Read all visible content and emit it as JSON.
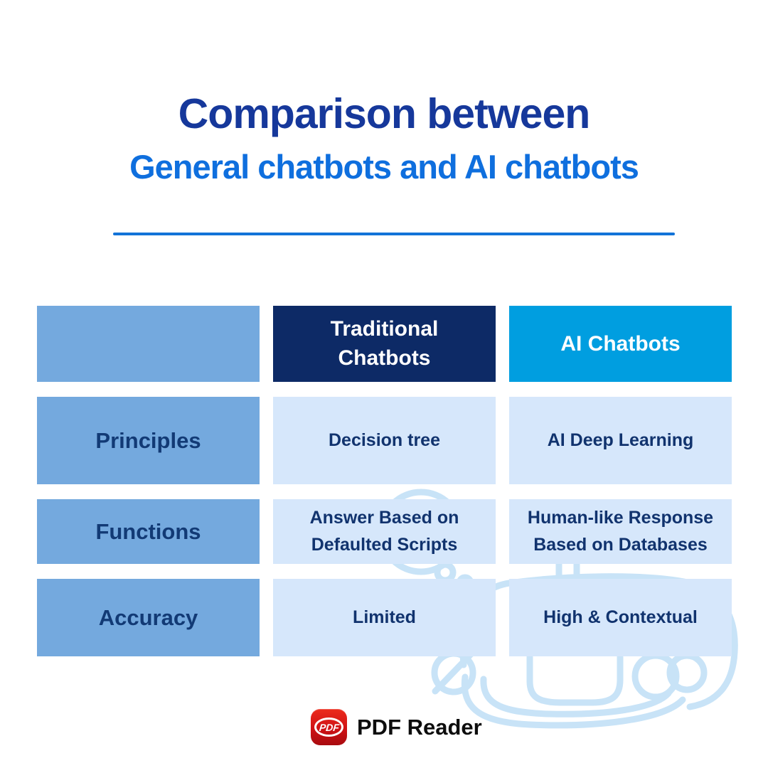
{
  "header": {
    "title": "Comparison between",
    "subtitle": "General chatbots and AI chatbots"
  },
  "table": {
    "columns": [
      "",
      "Traditional Chatbots",
      "AI Chatbots"
    ],
    "row_header_column": [
      "Principles",
      "Functions",
      "Accuracy"
    ],
    "rows": [
      {
        "label": "Principles",
        "traditional": "Decision tree",
        "ai": "AI Deep Learning"
      },
      {
        "label": "Functions",
        "traditional": "Answer Based on Defaulted Scripts",
        "ai": "Human-like Response Based on Databases"
      },
      {
        "label": "Accuracy",
        "traditional": "Limited",
        "ai": "High & Contextual"
      }
    ]
  },
  "footer": {
    "logo_text": "PDF",
    "brand": "PDF Reader"
  },
  "colors": {
    "title_navy": "#16389b",
    "subtitle_blue": "#0f6fde",
    "divider_blue": "#1273d8",
    "label_column_bg": "#74a9de",
    "traditional_header_bg": "#0d2a66",
    "ai_header_bg": "#009ee0",
    "data_cell_bg": "#d6e7fb",
    "cell_text_navy": "#11336e",
    "watermark_stroke": "#c8e3f7",
    "logo_red": "#cf1215"
  },
  "watermark": "robot-doodle"
}
